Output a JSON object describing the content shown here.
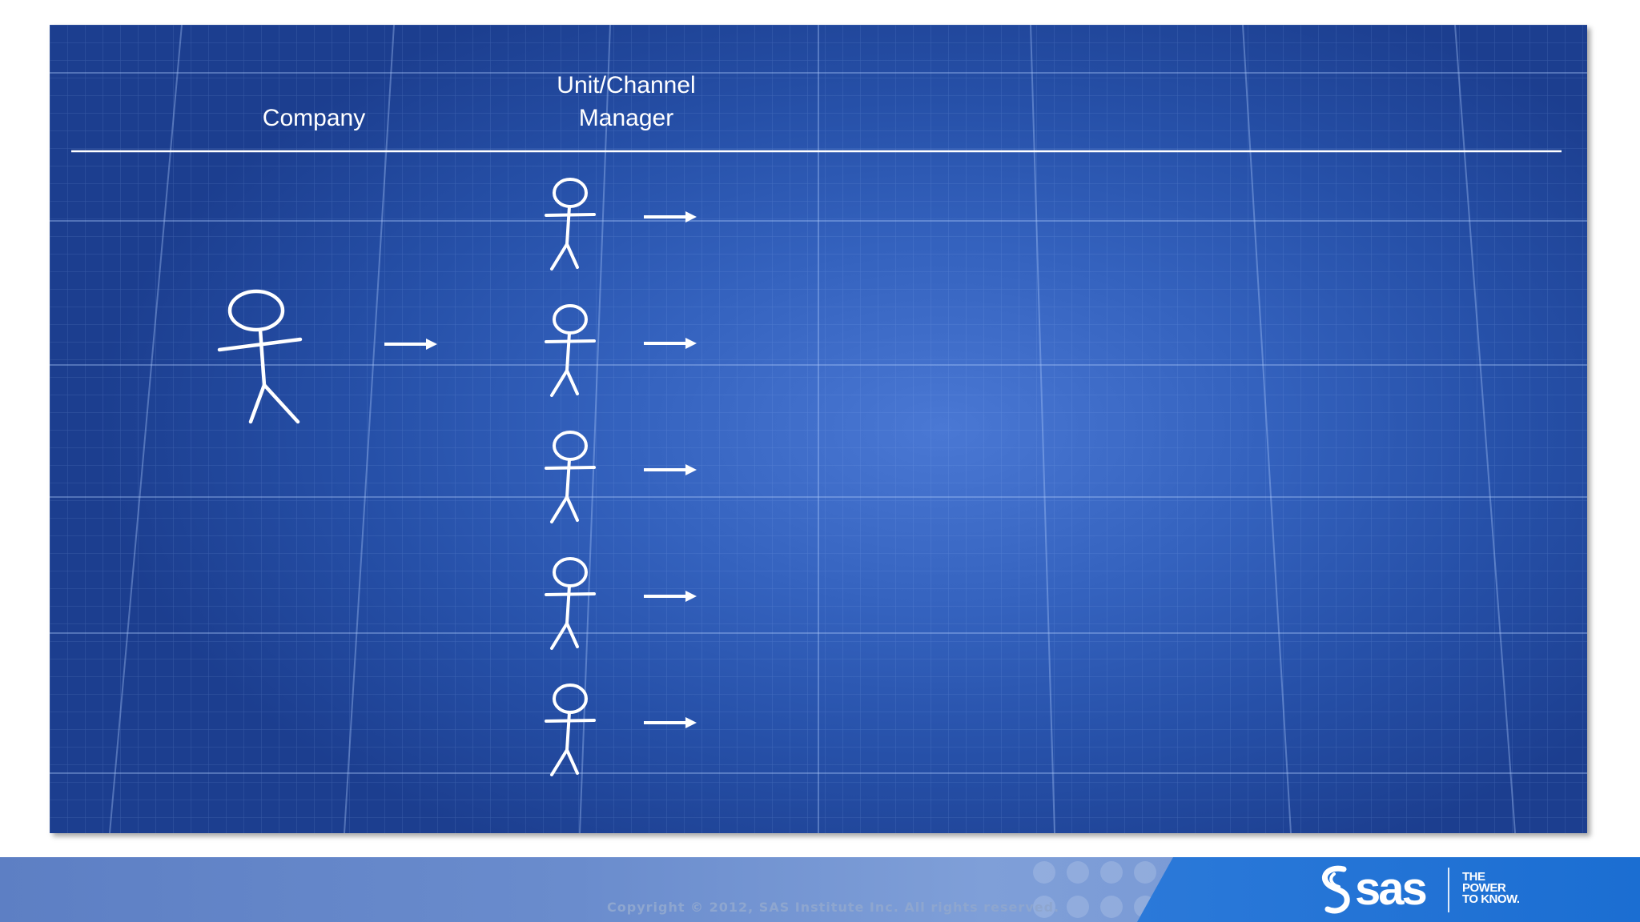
{
  "diagram": {
    "headers": {
      "company": "Company",
      "unit_channel_manager": "Unit/Channel\nManager"
    },
    "manager_count": 5
  },
  "footer": {
    "copyright": "Copyright © 2012, SAS Institute Inc. All rights reserved.",
    "logo": {
      "wordmark": "sas",
      "tagline": "THE\nPOWER\nTO KNOW."
    }
  },
  "colors": {
    "blueprint_center": "#4a78d4",
    "blueprint_edge": "#1c3e8f",
    "lines": "#ffffff",
    "footer_blue": "#1d74d8"
  }
}
